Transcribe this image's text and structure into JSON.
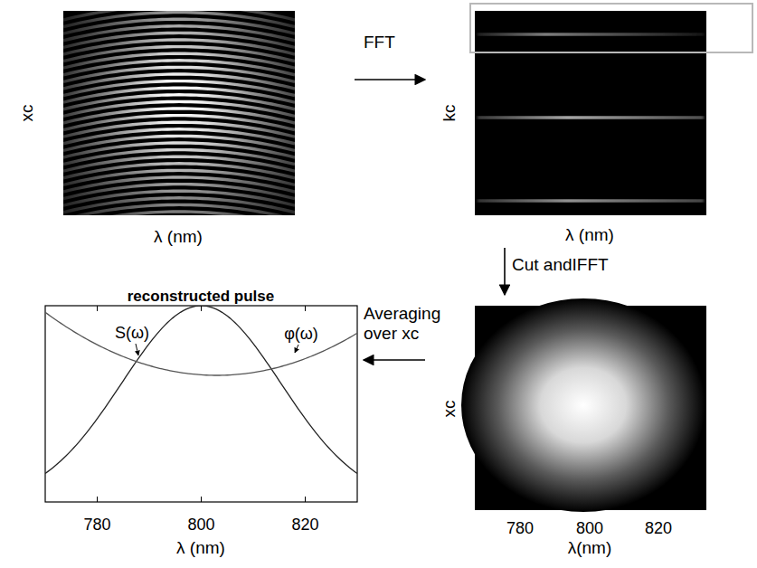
{
  "diagram": {
    "nodes": [
      {
        "text": [
          "xc",
          "λ (nm)"
        ]
      },
      {
        "text": [
          "kc",
          "λ (nm)"
        ]
      },
      {
        "text": [
          "xc",
          "λ(nm)"
        ]
      },
      {
        "text": [
          "reconstructed pulse",
          "λ (nm)"
        ]
      }
    ],
    "edges": [
      {
        "from": 0,
        "to": 1,
        "arrow": "to",
        "label": "FFT"
      },
      {
        "from": 1,
        "to": 2,
        "arrow": "to",
        "label": "Cut andIFFT"
      },
      {
        "from": 2,
        "to": 3,
        "arrow": "to",
        "label": "Averaging over xc"
      }
    ],
    "labels": [
      "S(ω)",
      "φ(ω)",
      "780",
      "800",
      "820",
      "780",
      "800",
      "820"
    ]
  }
}
